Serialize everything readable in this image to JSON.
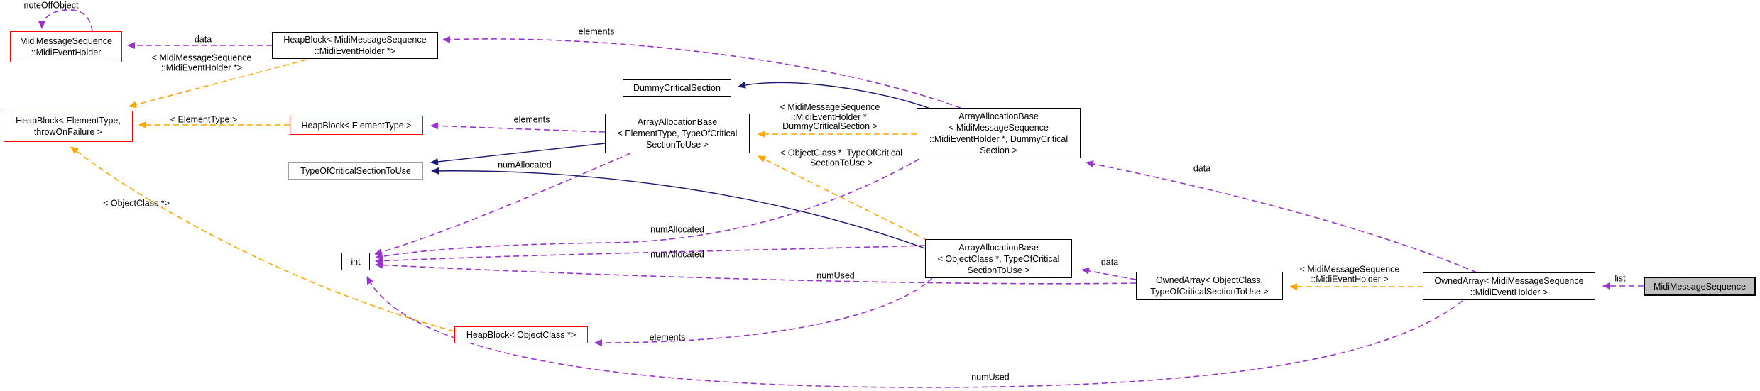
{
  "diagram": {
    "kind": "doxygen-collaboration-graph",
    "focus_class": "MidiMessageSequence",
    "colors": {
      "member_edge": "#9a32cd",
      "template_edge": "#ffa500",
      "inheritance_edge": "#191970",
      "node_border": "#000000",
      "truncated_node_border": "#ff0000",
      "undocumented_node_border": "#9e9e9e",
      "focus_node_bg": "#bfbfbf",
      "background": "#ffffff"
    },
    "nodes": {
      "midi_event_holder": {
        "label": "MidiMessageSequence\n::MidiEventHolder"
      },
      "heapblock_mev": {
        "label": "HeapBlock< MidiMessageSequence\n::MidiEventHolder *>"
      },
      "heapblock_elementtype_throw": {
        "label": "HeapBlock< ElementType,\nthrowOnFailure >"
      },
      "heapblock_elementtype": {
        "label": "HeapBlock< ElementType >"
      },
      "type_of_critical_section_to_use": {
        "label": "TypeOfCriticalSectionToUse"
      },
      "dummy_critical_section": {
        "label": "DummyCriticalSection"
      },
      "aab_elementtype": {
        "label": "ArrayAllocationBase\n< ElementType, TypeOfCritical\nSectionToUse >"
      },
      "aab_mev": {
        "label": "ArrayAllocationBase\n< MidiMessageSequence\n::MidiEventHolder *, DummyCritical\nSection >"
      },
      "int": {
        "label": "int"
      },
      "aab_objectclass": {
        "label": "ArrayAllocationBase\n< ObjectClass *, TypeOfCritical\nSectionToUse >"
      },
      "heapblock_objectclass": {
        "label": "HeapBlock< ObjectClass *>"
      },
      "ownedarray_objectclass": {
        "label": "OwnedArray< ObjectClass,\nTypeOfCriticalSectionToUse >"
      },
      "ownedarray_mev": {
        "label": "OwnedArray< MidiMessageSequence\n::MidiEventHolder >"
      },
      "midi_message_sequence": {
        "label": "MidiMessageSequence"
      }
    },
    "edge_labels": {
      "note_off_object": "noteOffObject",
      "data_left": "data",
      "tmpl_mev_ptr": "< MidiMessageSequence\n::MidiEventHolder *>",
      "elements_top": "elements",
      "tmpl_elementtype": "< ElementType >",
      "elements_mid": "elements",
      "num_allocated_1": "numAllocated",
      "tmpl_mev_dummy": "< MidiMessageSequence\n::MidiEventHolder *,\nDummyCriticalSection >",
      "tmpl_objectclass_tocs": "< ObjectClass *, TypeOfCritical\nSectionToUse >",
      "num_allocated_2": "numAllocated",
      "num_allocated_3": "numAllocated",
      "num_used_mid": "numUsed",
      "tmpl_objectclass_ptr": "< ObjectClass *>",
      "elements_bottom": "elements",
      "data_objectclass": "data",
      "data_right": "data",
      "tmpl_mev": "< MidiMessageSequence\n::MidiEventHolder >",
      "list": "list",
      "num_used_bottom": "numUsed"
    }
  }
}
